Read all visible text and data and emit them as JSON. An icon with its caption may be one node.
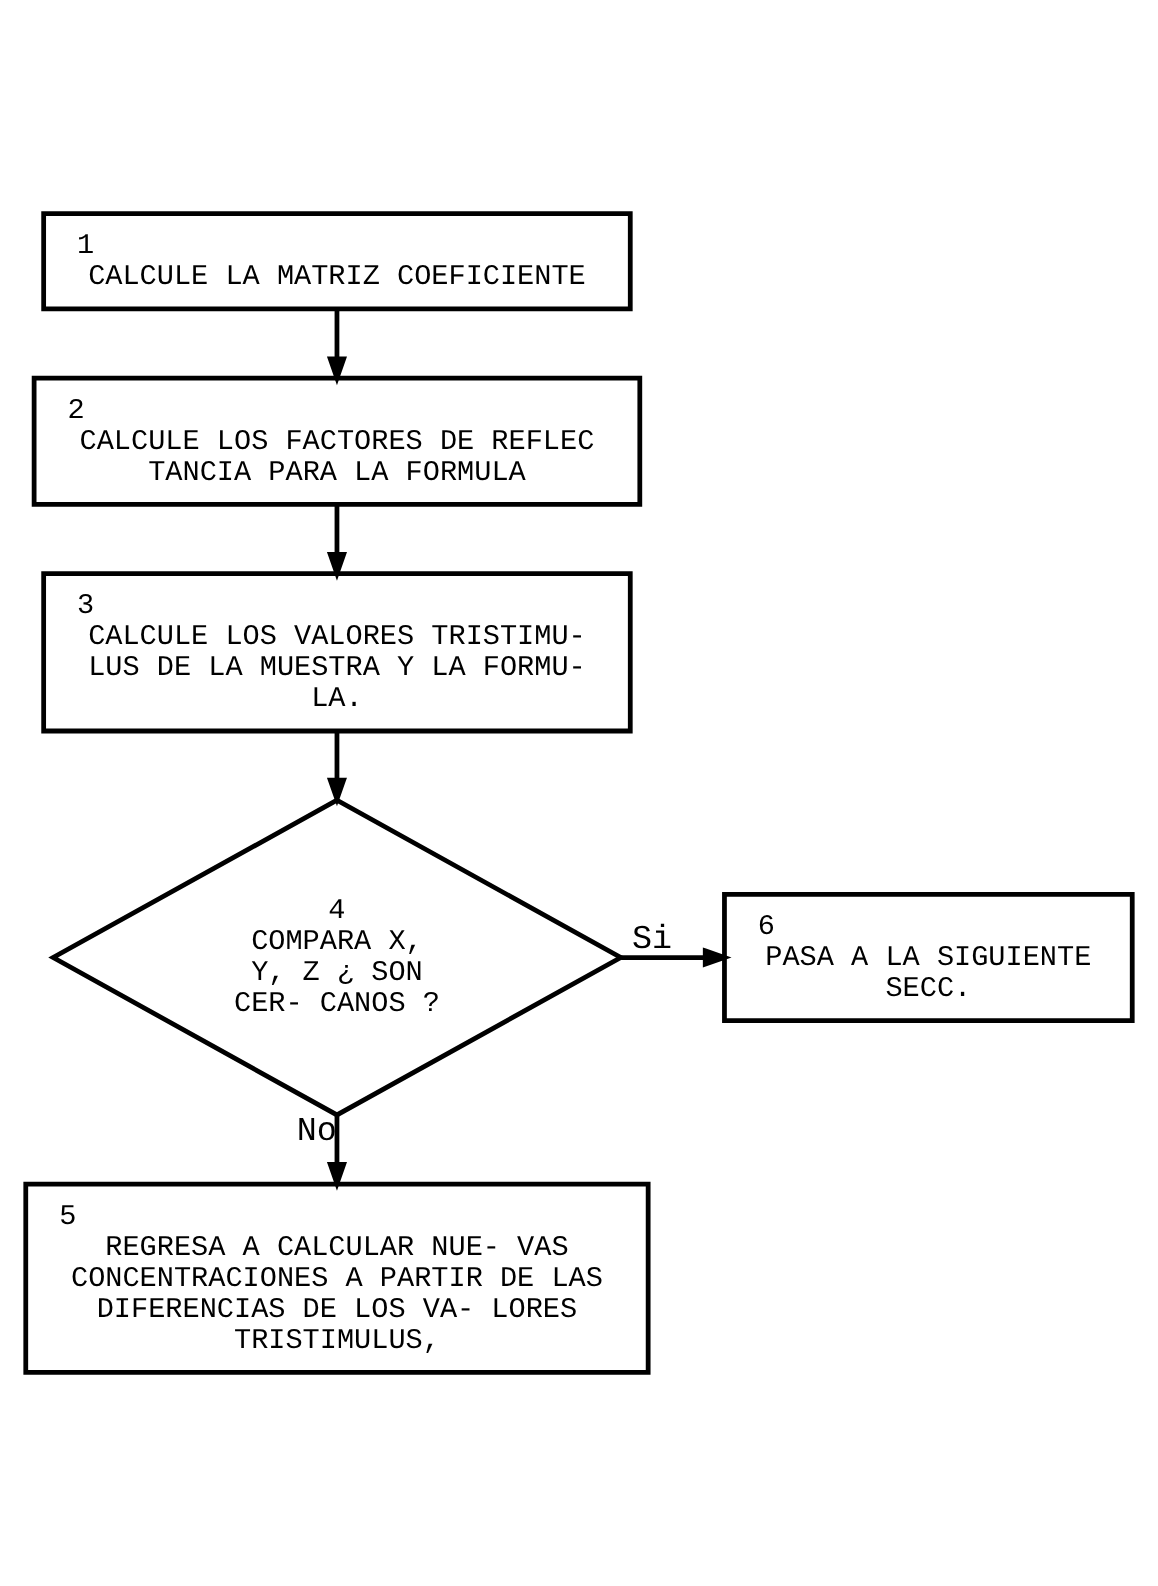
{
  "diagram": {
    "nodes": [
      {
        "text": [
          "1",
          "CALCULE LA MATRIZ COEFICIENTE"
        ]
      },
      {
        "text": [
          "2",
          "CALCULE LOS FACTORES DE REFLEC TANCIA PARA LA FORMULA"
        ]
      },
      {
        "text": [
          "3",
          "CALCULE LOS VALORES TRISTIMU- LUS DE LA MUESTRA Y LA FORMU- LA."
        ]
      },
      {
        "text": [
          "4",
          "COMPARA X, Y, Z ¿ SON CER- CANOS ?"
        ]
      },
      {
        "text": [
          "5",
          "REGRESA A CALCULAR NUE- VAS CONCENTRACIONES A PARTIR DE LAS DIFERENCIAS DE LOS VA- LORES TRISTIMULUS,"
        ]
      },
      {
        "text": [
          "6",
          "PASA A LA SIGUIENTE SECC."
        ]
      }
    ],
    "edges": [
      {
        "from": 0,
        "to": 1,
        "arrow": "to"
      },
      {
        "from": 1,
        "to": 2,
        "arrow": "to"
      },
      {
        "from": 2,
        "to": 3,
        "arrow": "to"
      },
      {
        "from": 3,
        "to": 5,
        "label": "Si",
        "arrow": "to"
      },
      {
        "from": 3,
        "to": 4,
        "label": "No",
        "arrow": "to"
      }
    ]
  }
}
